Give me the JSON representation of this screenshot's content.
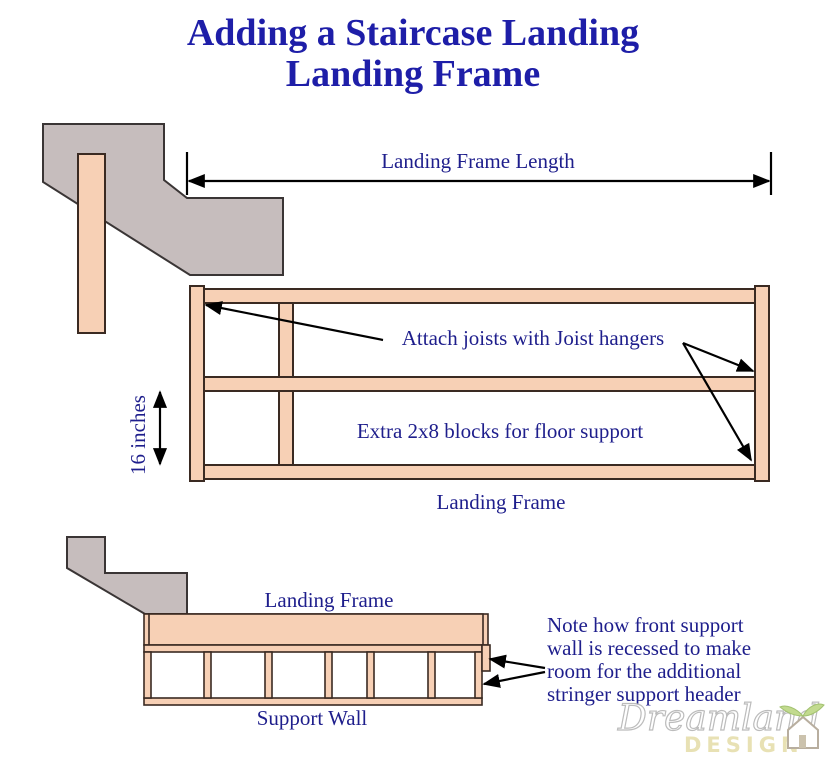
{
  "title": {
    "line1": "Adding a Staircase Landing",
    "line2": "Landing Frame"
  },
  "labels": {
    "frame_length": "Landing Frame Length",
    "joist_hangers": "Attach joists with Joist hangers",
    "extra_blocks": "Extra 2x8 blocks for floor support",
    "spacing": "16 inches",
    "landing_frame_top": "Landing Frame",
    "landing_frame_bottom": "Landing Frame",
    "support_wall": "Support Wall",
    "note_line1": "Note how front support",
    "note_line2": "wall is recessed to make",
    "note_line3": "room for the additional",
    "note_line4": "stringer support header"
  },
  "watermark": {
    "script": "Dreamland",
    "word": "DESIGN"
  },
  "colors": {
    "title": "#1e1ea8",
    "label": "#1e1e8c",
    "wood": "#f7d0b5",
    "stair": "#c6bdbd"
  }
}
